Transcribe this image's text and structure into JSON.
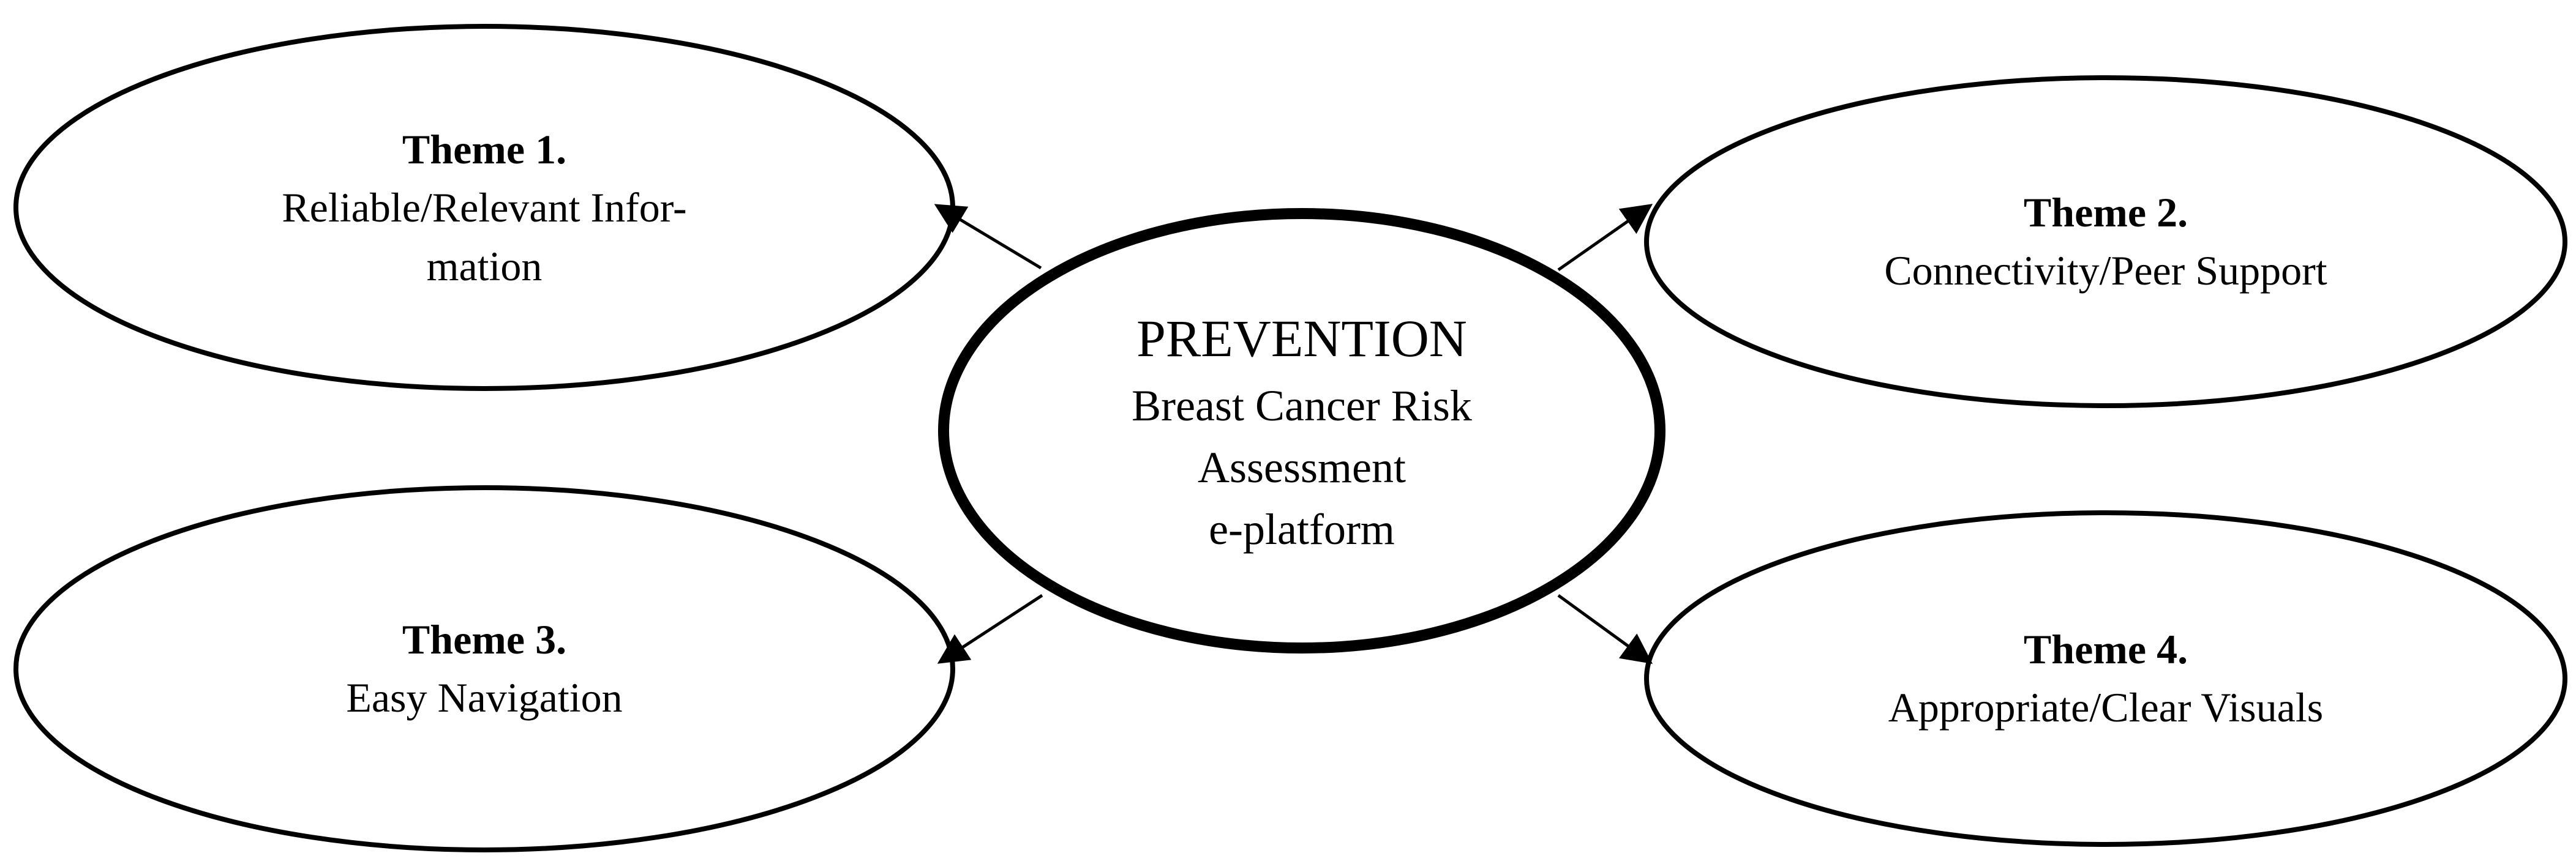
{
  "center": {
    "title": "PREVENTION",
    "line1": "Breast Cancer Risk",
    "line2": "Assessment",
    "line3": "e-platform"
  },
  "themes": [
    {
      "title": "Theme 1.",
      "line1": "Reliable/Relevant Infor-",
      "line2": "mation"
    },
    {
      "title": "Theme 2.",
      "line1": "Connectivity/Peer Support"
    },
    {
      "title": "Theme 3.",
      "line1": "Easy Navigation"
    },
    {
      "title": "Theme 4.",
      "line1": "Appropriate/Clear Visuals"
    }
  ],
  "colors": {
    "stroke": "#000000",
    "background": "#ffffff"
  }
}
